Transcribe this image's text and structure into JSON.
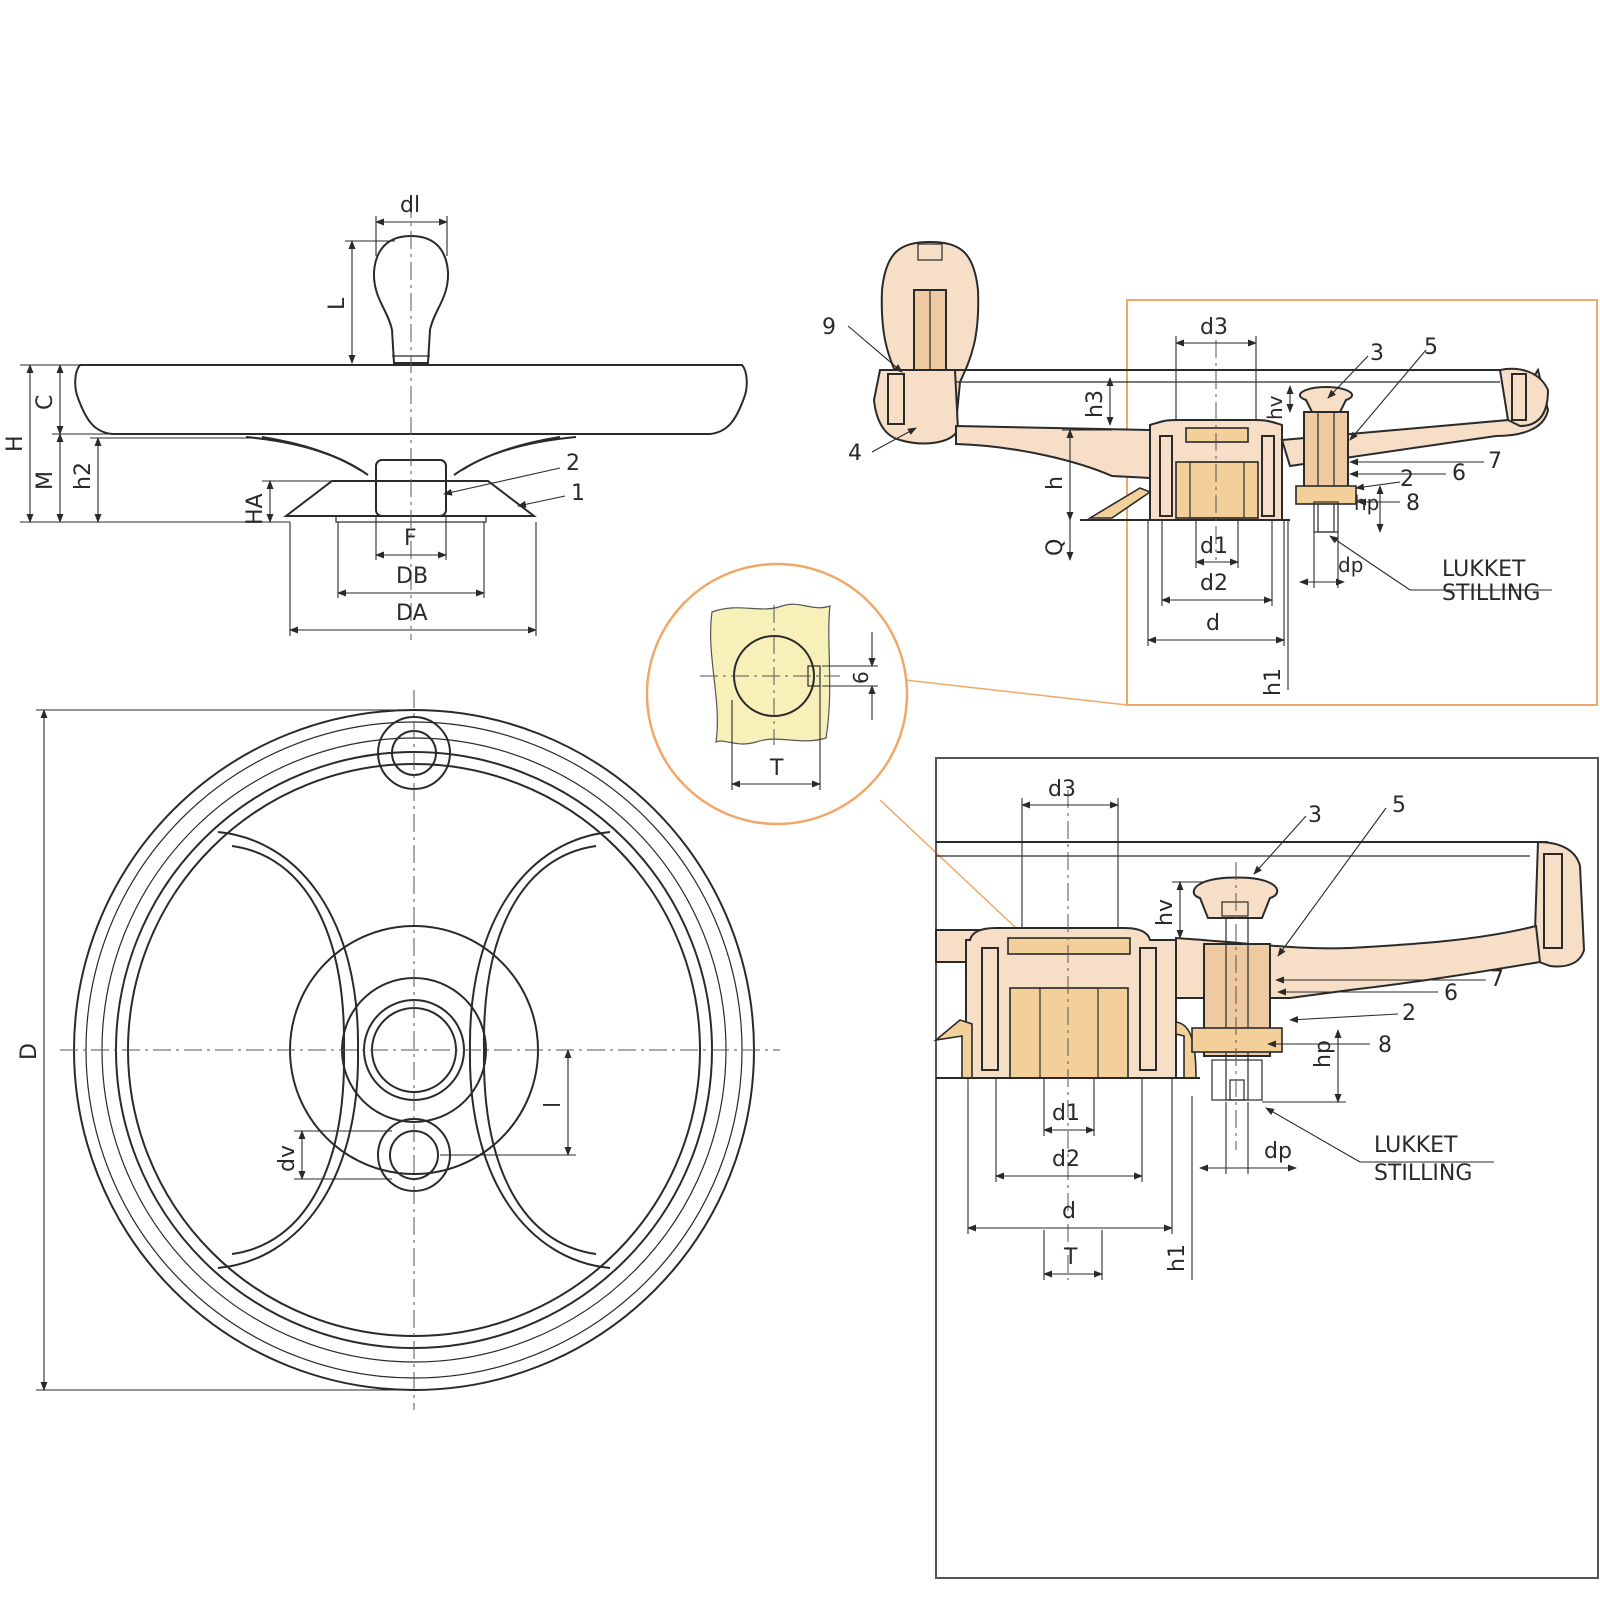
{
  "colors": {
    "line": "#2a2a2a",
    "part_fill": "#f6dec7",
    "part_dark": "#efc9a1",
    "bronze": "#f3cf9a",
    "detail_fill": "#f7f0b8",
    "detail_ring": "#f0a868"
  },
  "side_view": {
    "dl": "dl",
    "L": "L",
    "H": "H",
    "C": "C",
    "M": "M",
    "h2": "h2",
    "HA": "HA",
    "F": "F",
    "DB": "DB",
    "DA": "DA",
    "item_1": "1",
    "item_2": "2"
  },
  "top_view": {
    "D": "D",
    "l": "l",
    "dv": "dv"
  },
  "detail_circle": {
    "six": "6",
    "T": "T"
  },
  "section_view": {
    "item_9": "9",
    "item_4": "4",
    "d3": "d3",
    "h3": "h3",
    "h": "h",
    "Q": "Q",
    "d1": "d1",
    "d2": "d2",
    "d": "d",
    "h1": "h1",
    "hv": "hv",
    "hp": "hp",
    "dp": "dp",
    "item_3": "3",
    "item_5": "5",
    "item_7": "7",
    "item_6": "6",
    "item_2": "2",
    "item_8": "8",
    "lukket": "LUKKET",
    "stilling": "STILLING"
  },
  "enlarged_view": {
    "d3": "d3",
    "hv": "hv",
    "hp": "hp",
    "dp": "dp",
    "d1": "d1",
    "d2": "d2",
    "d": "d",
    "T": "T",
    "h1": "h1",
    "item_3": "3",
    "item_5": "5",
    "item_7": "7",
    "item_6": "6",
    "item_2": "2",
    "item_8": "8",
    "lukket": "LUKKET",
    "stilling": "STILLING"
  }
}
